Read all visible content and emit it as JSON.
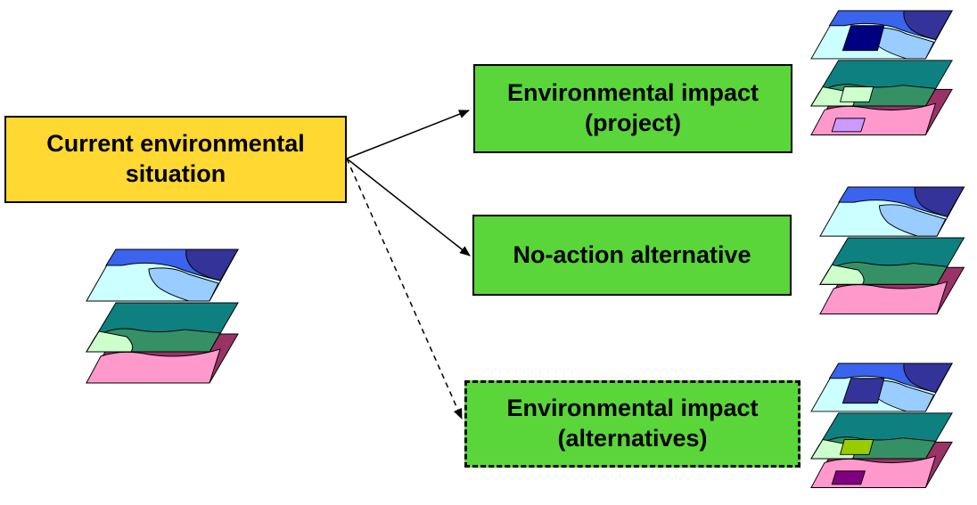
{
  "nodes": {
    "current": {
      "label": "Current environmental\nsituation"
    },
    "project": {
      "label": "Environmental impact\n(project)"
    },
    "no_action": {
      "label": "No-action alternative"
    },
    "alternatives": {
      "label": "Environmental impact\n(alternatives)"
    }
  },
  "colors": {
    "current_fill": "#ffd832",
    "impact_fill": "#5ad63a",
    "layer_top_left": "#3a63ee",
    "layer_top_right": "#33339a",
    "layer_light_cyan": "#ccffff",
    "layer_light_blue": "#99ccff",
    "layer_teal": "#0e8080",
    "layer_green": "#359066",
    "layer_light_green": "#ccffcc",
    "layer_plum": "#993366",
    "layer_pink": "#ff99cc",
    "project_square": "#000080",
    "alternatives_square": "#333399",
    "project_small_green": "#ccffcc",
    "project_small_lilac": "#cc99ff",
    "alternatives_small_green": "#99cc00",
    "alternatives_small_purple": "#800080"
  },
  "edges": [
    {
      "from": "current",
      "to": "project",
      "style": "solid"
    },
    {
      "from": "current",
      "to": "no_action",
      "style": "solid"
    },
    {
      "from": "current",
      "to": "alternatives",
      "style": "dashed"
    }
  ],
  "map_icons": [
    "layered-map-icon-current",
    "layered-map-icon-project",
    "layered-map-icon-no-action",
    "layered-map-icon-alternatives"
  ]
}
